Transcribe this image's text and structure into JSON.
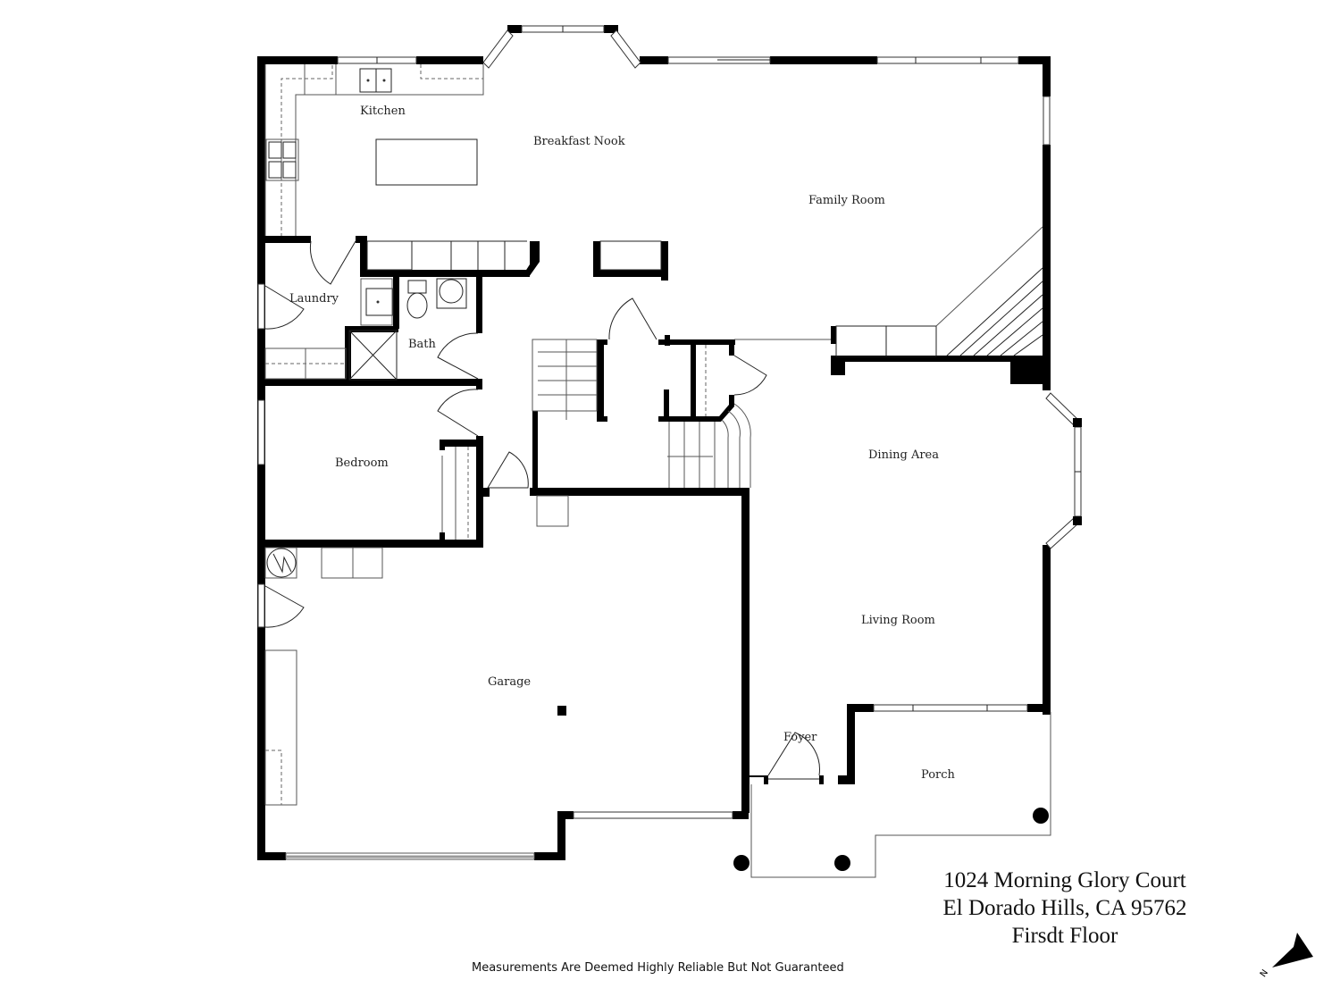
{
  "rooms": {
    "kitchen": "Kitchen",
    "breakfast_nook": "Breakfast Nook",
    "family_room": "Family Room",
    "laundry": "Laundry",
    "bath": "Bath",
    "bedroom": "Bedroom",
    "dining_area": "Dining Area",
    "living_room": "Living Room",
    "garage": "Garage",
    "foyer": "Foyer",
    "porch": "Porch"
  },
  "address": {
    "line1": "1024 Morning Glory Court",
    "line2": "El Dorado Hills, CA  95762",
    "floor": "Firsdt Floor"
  },
  "compass": {
    "label": "N",
    "icon": "north-arrow-icon"
  },
  "disclaimer": "Measurements Are Deemed Highly Reliable But Not Guaranteed",
  "colors": {
    "wall": "#000000",
    "line": "#555555",
    "background": "#ffffff"
  }
}
